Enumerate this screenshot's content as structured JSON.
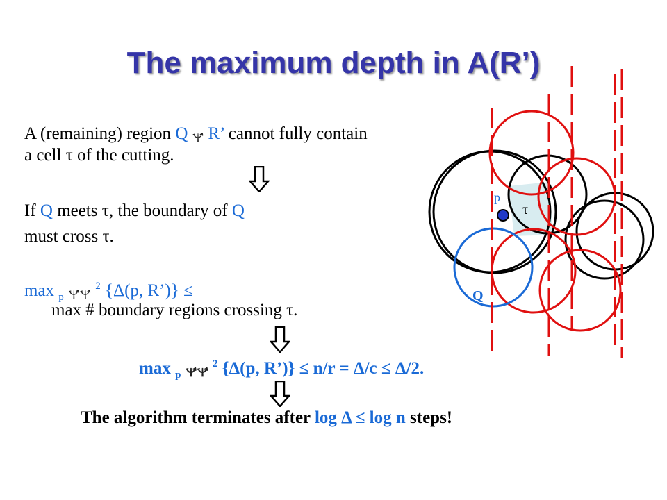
{
  "slide": {
    "title": "The maximum depth in A(R’)",
    "l1": {
      "a": "A (remaining) region ",
      "q": "Q",
      "sym": "🝤",
      "r": " R’",
      "b": " cannot fully contain"
    },
    "l2": {
      "a": "a cell ",
      "tau": "τ",
      "b": " of the cutting."
    },
    "l3": {
      "a": "If ",
      "q": "Q",
      "b": " meets ",
      "tau": "τ",
      "c": ", the boundary of ",
      "q2": "Q"
    },
    "l4": {
      "a": "must cross ",
      "tau": "τ",
      "b": "."
    },
    "l5": {
      "max": "max ",
      "p": "p",
      "sym": "🝤🝤",
      "two": "2",
      "rest": " {Δ(p, R’)} ≤"
    },
    "l6": "max # boundary regions crossing τ.",
    "l7": {
      "max": "max ",
      "p": "p",
      "sym": "🝤🝤",
      "two": "2",
      "rest": " {Δ(p, R’)} ≤ n/r = Δ/c ≤ Δ/2."
    },
    "l8": {
      "a": "The algorithm terminates after ",
      "log1": "log Δ ≤ log n",
      "b": " steps!"
    }
  },
  "diagram": {
    "labels": {
      "p": "p",
      "tau": "τ",
      "q": "Q"
    },
    "colors": {
      "black": "#000000",
      "red": "#e01010",
      "blue": "#1a6ad6",
      "cell": "#d8ecf0",
      "point": "#2038c8"
    }
  }
}
